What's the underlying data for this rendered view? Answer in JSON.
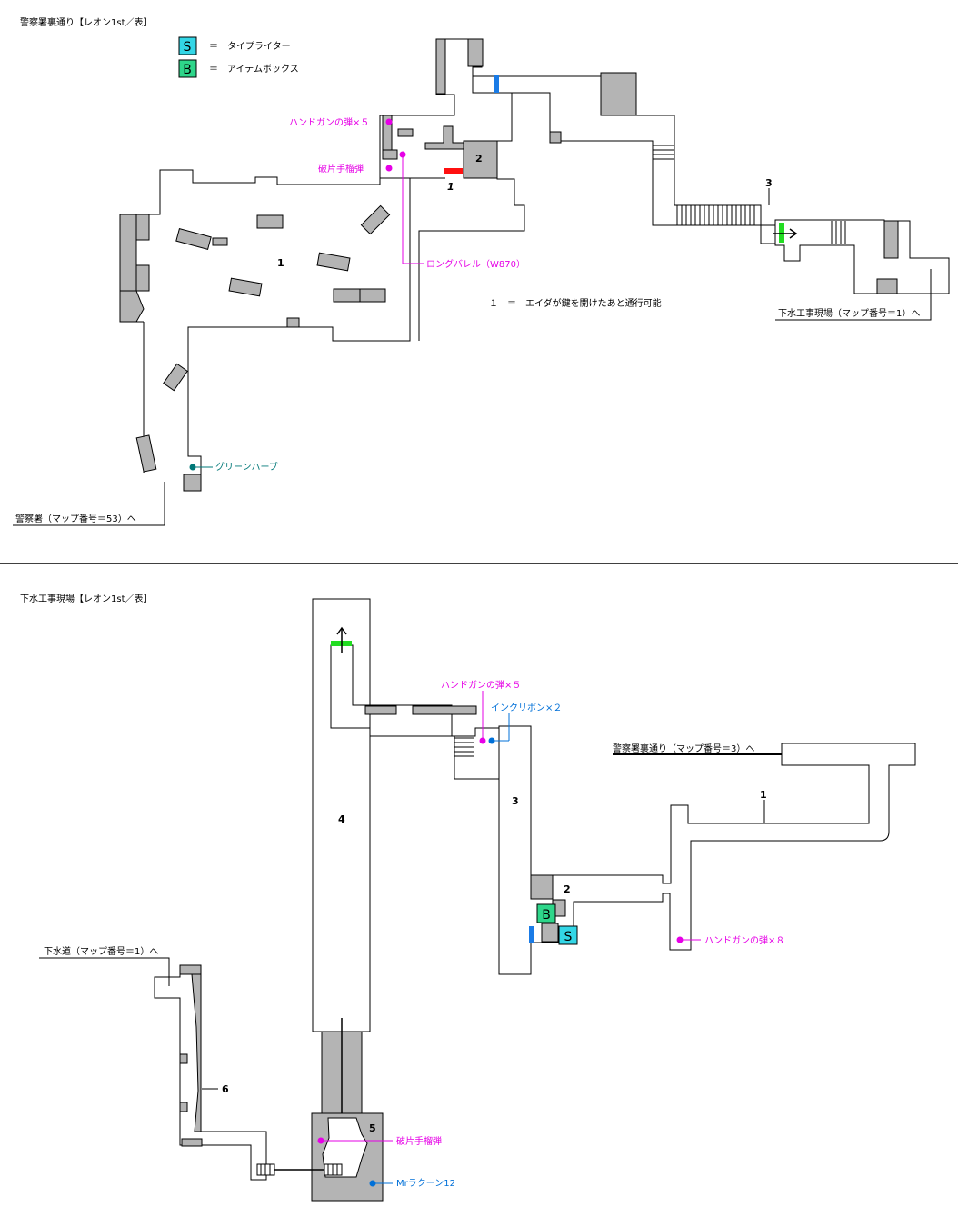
{
  "colors": {
    "save_bg": "#33d6e6",
    "box_bg": "#2ed68a",
    "block_gray": "#b4b4b4",
    "item_magenta": "#e600e6",
    "item_blue": "#0070d8",
    "item_teal": "#007878",
    "door_red": "#ff1010",
    "door_green": "#22dd22",
    "door_blue": "#1a7be6"
  },
  "map1": {
    "title": "警察署裏通り【レオン1st／表】",
    "legend": {
      "save_letter": "S",
      "save_text": "＝　タイプライター",
      "box_letter": "B",
      "box_text": "＝　アイテムボックス"
    },
    "room_numbers": [
      "1",
      "2",
      "1",
      "3"
    ],
    "note": "１　＝　エイダが鍵を開けたあと通行可能",
    "items": {
      "handgun": "ハンドガンの弾×５",
      "grenade": "破片手榴弾",
      "longbarrel": "ロングバレル（W870）",
      "herb": "グリーンハーブ"
    },
    "exits": {
      "sewer_works": "下水工事現場（マップ番号＝1）へ",
      "police": "警察署（マップ番号＝53）へ"
    }
  },
  "map2": {
    "title": "下水工事現場【レオン1st／表】",
    "room_numbers": [
      "4",
      "3",
      "1",
      "2",
      "6",
      "5"
    ],
    "save_letter": "S",
    "box_letter": "B",
    "items": {
      "handgun5": "ハンドガンの弾×５",
      "inkribbon": "インクリボン×２",
      "handgun8": "ハンドガンの弾×８",
      "grenade": "破片手榴弾",
      "raccoon": "Mrラクーン12"
    },
    "exits": {
      "back_street": "警察署裏通り（マップ番号＝3）へ",
      "sewer": "下水道（マップ番号＝1）へ"
    }
  }
}
